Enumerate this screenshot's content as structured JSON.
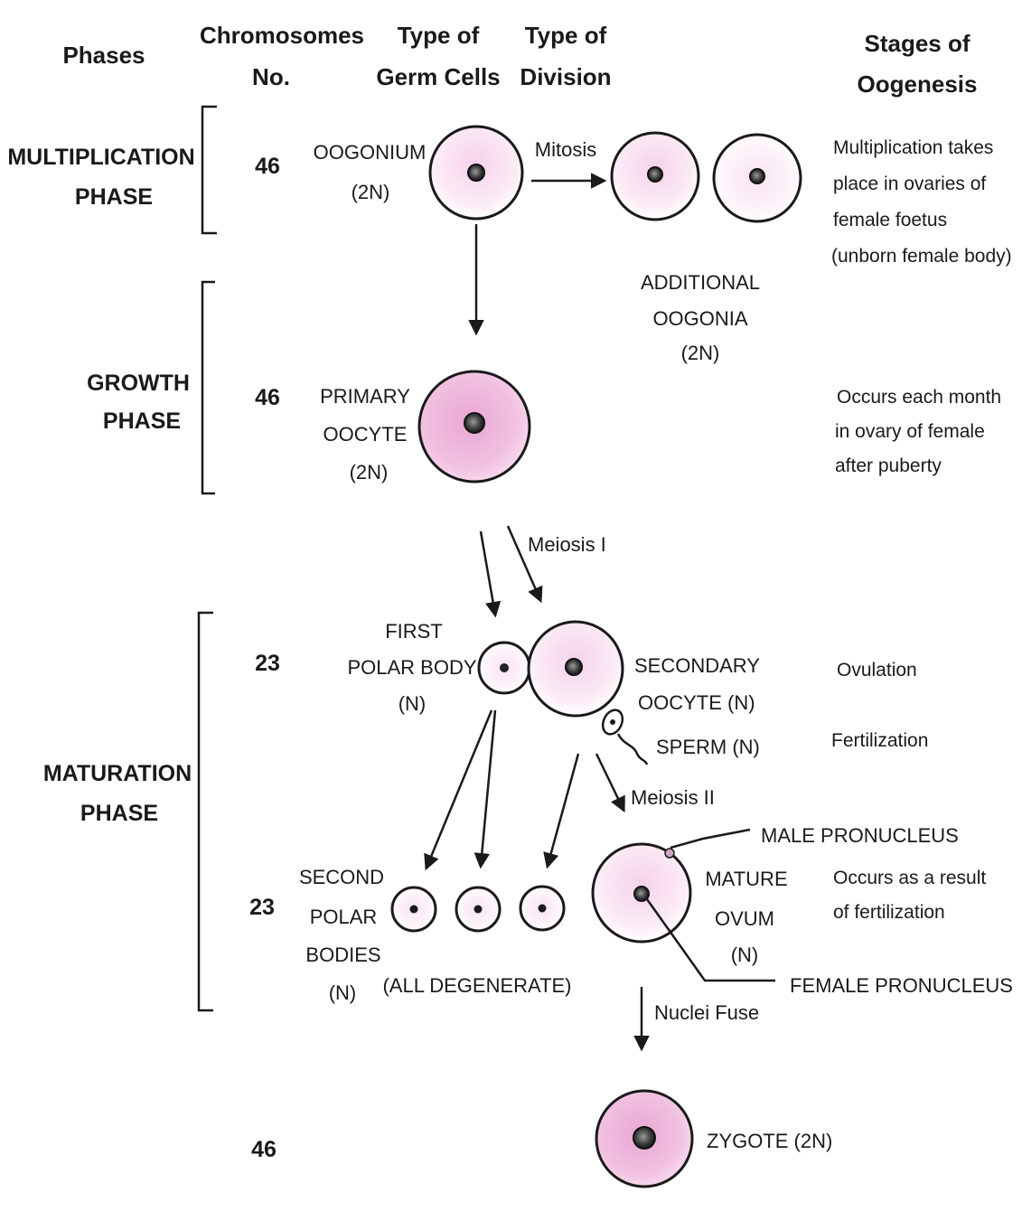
{
  "headers": {
    "phases": "Phases",
    "chromosomes": [
      "Chromosomes",
      "No."
    ],
    "germ_cells": [
      "Type of",
      "Germ Cells"
    ],
    "division": [
      "Type of",
      "Division"
    ],
    "stages": [
      "Stages of",
      "Oogenesis"
    ]
  },
  "phases": {
    "multiplication": [
      "MULTIPLICATION",
      "PHASE"
    ],
    "growth": [
      "GROWTH",
      "PHASE"
    ],
    "maturation": [
      "MATURATION",
      "PHASE"
    ]
  },
  "chromosome_numbers": [
    "46",
    "46",
    "23",
    "23",
    "46"
  ],
  "cells": {
    "oogonium": [
      "OOGONIUM",
      "(2N)"
    ],
    "additional_oogonia": [
      "ADDITIONAL",
      "OOGONIA",
      "(2N)"
    ],
    "primary_oocyte": [
      "PRIMARY",
      "OOCYTE",
      "(2N)"
    ],
    "first_polar_body": [
      "FIRST",
      "POLAR BODY",
      "(N)"
    ],
    "secondary_oocyte": [
      "SECONDARY",
      "OOCYTE (N)"
    ],
    "sperm": "SPERM (N)",
    "second_polar_bodies": [
      "SECOND",
      "POLAR",
      "BODIES",
      "(N)"
    ],
    "all_degenerate": "(ALL DEGENERATE)",
    "mature_ovum": [
      "MATURE",
      "OVUM",
      "(N)"
    ],
    "male_pronucleus": "MALE PRONUCLEUS",
    "female_pronucleus": "FEMALE PRONUCLEUS",
    "zygote": "ZYGOTE (2N)"
  },
  "divisions": {
    "mitosis": "Mitosis",
    "meiosis_1": "Meiosis I",
    "meiosis_2": "Meiosis II",
    "nuclei_fuse": "Nuclei Fuse"
  },
  "stages": {
    "multiplication": [
      "Multiplication takes",
      "place in ovaries of",
      "female foetus",
      "(unborn female body)"
    ],
    "growth": [
      "Occurs each month",
      "in ovary of female",
      "after puberty"
    ],
    "ovulation": "Ovulation",
    "fertilization": "Fertilization",
    "fertilization_result": [
      "Occurs as a result",
      "of fertilization"
    ]
  },
  "colors": {
    "cell_pink": "#e9a6d2",
    "ink": "#1a1a1a"
  }
}
